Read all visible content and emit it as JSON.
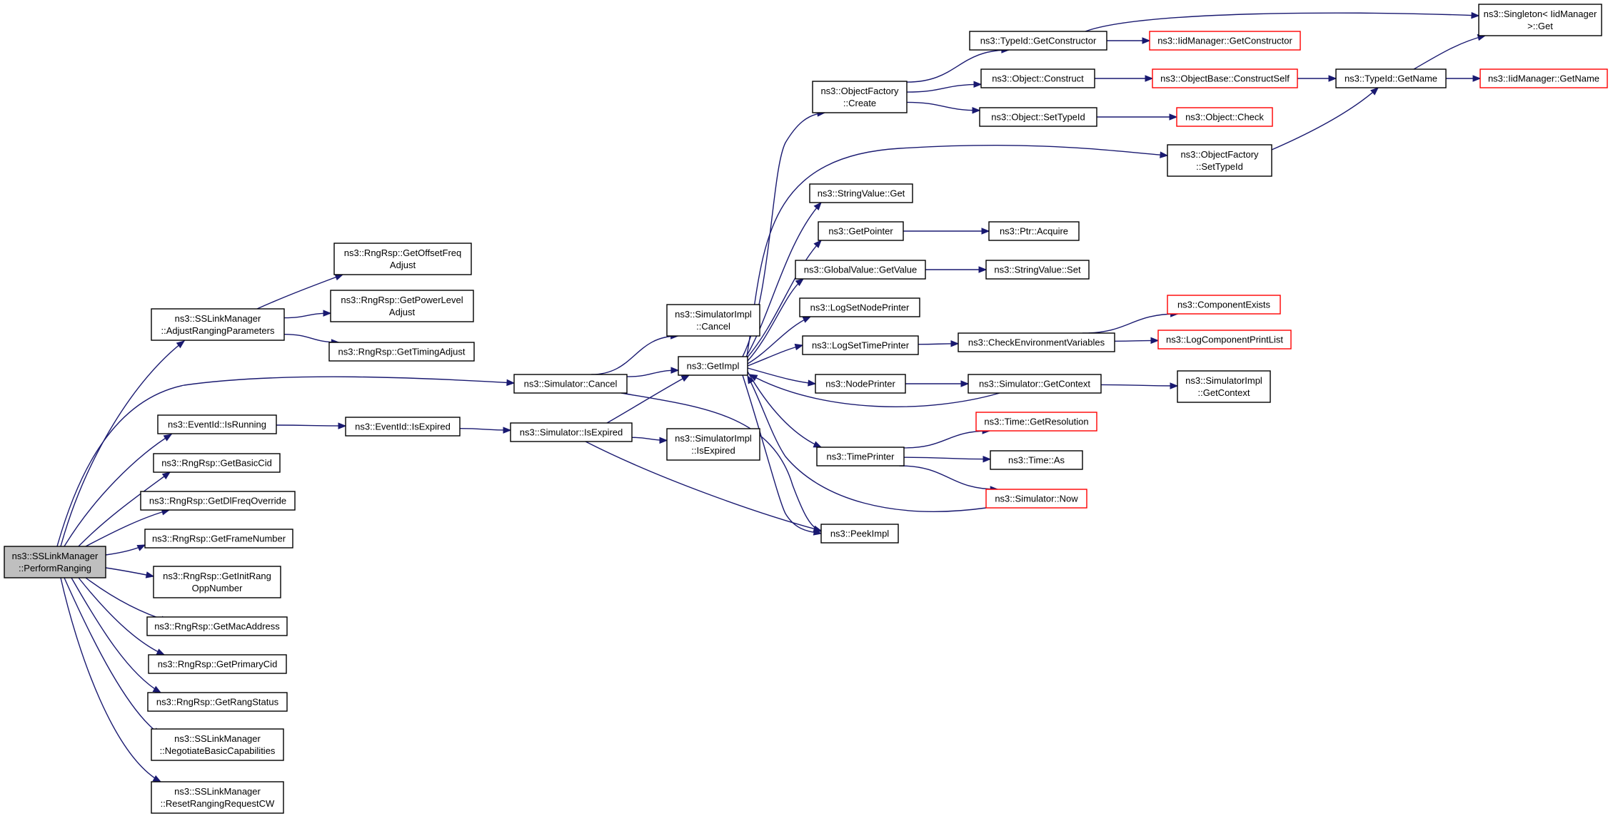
{
  "graph": {
    "root": "ns3::SSLinkManager::PerformRanging",
    "nodes": [
      {
        "id": "root",
        "lines": [
          "ns3::SSLinkManager",
          "::PerformRanging"
        ],
        "style": "root"
      },
      {
        "id": "adjust",
        "lines": [
          "ns3::SSLinkManager",
          "::AdjustRangingParameters"
        ],
        "style": "normal"
      },
      {
        "id": "offsetfreq",
        "lines": [
          "ns3::RngRsp::GetOffsetFreq",
          "Adjust"
        ],
        "style": "normal"
      },
      {
        "id": "powerlevel",
        "lines": [
          "ns3::RngRsp::GetPowerLevel",
          "Adjust"
        ],
        "style": "normal"
      },
      {
        "id": "timingadj",
        "lines": [
          "ns3::RngRsp::GetTimingAdjust"
        ],
        "style": "normal"
      },
      {
        "id": "simcancel",
        "lines": [
          "ns3::Simulator::Cancel"
        ],
        "style": "normal"
      },
      {
        "id": "isrunning",
        "lines": [
          "ns3::EventId::IsRunning"
        ],
        "style": "normal"
      },
      {
        "id": "evexpired",
        "lines": [
          "ns3::EventId::IsExpired"
        ],
        "style": "normal"
      },
      {
        "id": "simexpired",
        "lines": [
          "ns3::Simulator::IsExpired"
        ],
        "style": "normal"
      },
      {
        "id": "implcancel",
        "lines": [
          "ns3::SimulatorImpl",
          "::Cancel"
        ],
        "style": "normal"
      },
      {
        "id": "implexpired",
        "lines": [
          "ns3::SimulatorImpl",
          "::IsExpired"
        ],
        "style": "normal"
      },
      {
        "id": "getimpl",
        "lines": [
          "ns3::GetImpl"
        ],
        "style": "normal"
      },
      {
        "id": "peekimpl",
        "lines": [
          "ns3::PeekImpl"
        ],
        "style": "normal"
      },
      {
        "id": "basiccid",
        "lines": [
          "ns3::RngRsp::GetBasicCid"
        ],
        "style": "normal"
      },
      {
        "id": "dlfreq",
        "lines": [
          "ns3::RngRsp::GetDlFreqOverride"
        ],
        "style": "normal"
      },
      {
        "id": "framenum",
        "lines": [
          "ns3::RngRsp::GetFrameNumber"
        ],
        "style": "normal"
      },
      {
        "id": "initrang",
        "lines": [
          "ns3::RngRsp::GetInitRang",
          "OppNumber"
        ],
        "style": "normal"
      },
      {
        "id": "macaddr",
        "lines": [
          "ns3::RngRsp::GetMacAddress"
        ],
        "style": "normal"
      },
      {
        "id": "primarycid",
        "lines": [
          "ns3::RngRsp::GetPrimaryCid"
        ],
        "style": "normal"
      },
      {
        "id": "rangstatus",
        "lines": [
          "ns3::RngRsp::GetRangStatus"
        ],
        "style": "normal"
      },
      {
        "id": "negotiate",
        "lines": [
          "ns3::SSLinkManager",
          "::NegotiateBasicCapabilities"
        ],
        "style": "normal"
      },
      {
        "id": "resetcw",
        "lines": [
          "ns3::SSLinkManager",
          "::ResetRangingRequestCW"
        ],
        "style": "normal"
      },
      {
        "id": "ofcreate",
        "lines": [
          "ns3::ObjectFactory",
          "::Create"
        ],
        "style": "normal"
      },
      {
        "id": "getconstructor",
        "lines": [
          "ns3::TypeId::GetConstructor"
        ],
        "style": "normal"
      },
      {
        "id": "objconstruct",
        "lines": [
          "ns3::Object::Construct"
        ],
        "style": "normal"
      },
      {
        "id": "objsettypeid",
        "lines": [
          "ns3::Object::SetTypeId"
        ],
        "style": "normal"
      },
      {
        "id": "iidgetconstructor",
        "lines": [
          "ns3::IidManager::GetConstructor"
        ],
        "style": "red"
      },
      {
        "id": "constructself",
        "lines": [
          "ns3::ObjectBase::ConstructSelf"
        ],
        "style": "red"
      },
      {
        "id": "objcheck",
        "lines": [
          "ns3::Object::Check"
        ],
        "style": "red"
      },
      {
        "id": "singleton",
        "lines": [
          "ns3::Singleton< IidManager",
          ">::Get"
        ],
        "style": "normal"
      },
      {
        "id": "typeidgetname",
        "lines": [
          "ns3::TypeId::GetName"
        ],
        "style": "normal"
      },
      {
        "id": "iidgetname",
        "lines": [
          "ns3::IidManager::GetName"
        ],
        "style": "red"
      },
      {
        "id": "ofsettypeid",
        "lines": [
          "ns3::ObjectFactory",
          "::SetTypeId"
        ],
        "style": "normal"
      },
      {
        "id": "strvalget",
        "lines": [
          "ns3::StringValue::Get"
        ],
        "style": "normal"
      },
      {
        "id": "getpointer",
        "lines": [
          "ns3::GetPointer"
        ],
        "style": "normal"
      },
      {
        "id": "ptracquire",
        "lines": [
          "ns3::Ptr::Acquire"
        ],
        "style": "normal"
      },
      {
        "id": "gvgetvalue",
        "lines": [
          "ns3::GlobalValue::GetValue"
        ],
        "style": "normal"
      },
      {
        "id": "strvalset",
        "lines": [
          "ns3::StringValue::Set"
        ],
        "style": "normal"
      },
      {
        "id": "logsetnode",
        "lines": [
          "ns3::LogSetNodePrinter"
        ],
        "style": "normal"
      },
      {
        "id": "logsettime",
        "lines": [
          "ns3::LogSetTimePrinter"
        ],
        "style": "normal"
      },
      {
        "id": "checkenv",
        "lines": [
          "ns3::CheckEnvironmentVariables"
        ],
        "style": "normal"
      },
      {
        "id": "compexists",
        "lines": [
          "ns3::ComponentExists"
        ],
        "style": "red"
      },
      {
        "id": "logcompprint",
        "lines": [
          "ns3::LogComponentPrintList"
        ],
        "style": "red"
      },
      {
        "id": "nodeprinter",
        "lines": [
          "ns3::NodePrinter"
        ],
        "style": "normal"
      },
      {
        "id": "simgetcontext",
        "lines": [
          "ns3::Simulator::GetContext"
        ],
        "style": "normal"
      },
      {
        "id": "implgetcontext",
        "lines": [
          "ns3::SimulatorImpl",
          "::GetContext"
        ],
        "style": "normal"
      },
      {
        "id": "timeprinter",
        "lines": [
          "ns3::TimePrinter"
        ],
        "style": "normal"
      },
      {
        "id": "getresolution",
        "lines": [
          "ns3::Time::GetResolution"
        ],
        "style": "red"
      },
      {
        "id": "timeas",
        "lines": [
          "ns3::Time::As"
        ],
        "style": "normal"
      },
      {
        "id": "simnow",
        "lines": [
          "ns3::Simulator::Now"
        ],
        "style": "red"
      }
    ],
    "edges": [
      [
        "root",
        "adjust"
      ],
      [
        "root",
        "simcancel"
      ],
      [
        "root",
        "isrunning"
      ],
      [
        "root",
        "basiccid"
      ],
      [
        "root",
        "dlfreq"
      ],
      [
        "root",
        "framenum"
      ],
      [
        "root",
        "initrang"
      ],
      [
        "root",
        "macaddr"
      ],
      [
        "root",
        "primarycid"
      ],
      [
        "root",
        "rangstatus"
      ],
      [
        "root",
        "negotiate"
      ],
      [
        "root",
        "resetcw"
      ],
      [
        "adjust",
        "offsetfreq"
      ],
      [
        "adjust",
        "powerlevel"
      ],
      [
        "adjust",
        "timingadj"
      ],
      [
        "simcancel",
        "implcancel"
      ],
      [
        "simcancel",
        "getimpl"
      ],
      [
        "simcancel",
        "peekimpl"
      ],
      [
        "isrunning",
        "evexpired"
      ],
      [
        "evexpired",
        "simexpired"
      ],
      [
        "simexpired",
        "getimpl"
      ],
      [
        "simexpired",
        "implexpired"
      ],
      [
        "simexpired",
        "peekimpl"
      ],
      [
        "getimpl",
        "ofcreate"
      ],
      [
        "getimpl",
        "ofsettypeid"
      ],
      [
        "getimpl",
        "strvalget"
      ],
      [
        "getimpl",
        "getpointer"
      ],
      [
        "getimpl",
        "gvgetvalue"
      ],
      [
        "getimpl",
        "logsetnode"
      ],
      [
        "getimpl",
        "logsettime"
      ],
      [
        "getimpl",
        "nodeprinter"
      ],
      [
        "getimpl",
        "timeprinter"
      ],
      [
        "getimpl",
        "peekimpl"
      ],
      [
        "ofcreate",
        "getconstructor"
      ],
      [
        "ofcreate",
        "objconstruct"
      ],
      [
        "ofcreate",
        "objsettypeid"
      ],
      [
        "getconstructor",
        "singleton"
      ],
      [
        "getconstructor",
        "iidgetconstructor"
      ],
      [
        "objconstruct",
        "constructself"
      ],
      [
        "objsettypeid",
        "objcheck"
      ],
      [
        "constructself",
        "typeidgetname"
      ],
      [
        "typeidgetname",
        "singleton"
      ],
      [
        "typeidgetname",
        "iidgetname"
      ],
      [
        "ofsettypeid",
        "typeidgetname"
      ],
      [
        "getpointer",
        "ptracquire"
      ],
      [
        "gvgetvalue",
        "strvalset"
      ],
      [
        "logsettime",
        "checkenv"
      ],
      [
        "checkenv",
        "compexists"
      ],
      [
        "checkenv",
        "logcompprint"
      ],
      [
        "nodeprinter",
        "simgetcontext"
      ],
      [
        "simgetcontext",
        "getimpl"
      ],
      [
        "simgetcontext",
        "implgetcontext"
      ],
      [
        "timeprinter",
        "getresolution"
      ],
      [
        "timeprinter",
        "timeas"
      ],
      [
        "timeprinter",
        "simnow"
      ],
      [
        "simnow",
        "getimpl"
      ]
    ]
  },
  "colors": {
    "edge": "#191970",
    "node_border": "#000000",
    "node_border_incomplete": "#ff0000",
    "root_fill": "#bfbfbf",
    "background": "#ffffff"
  }
}
